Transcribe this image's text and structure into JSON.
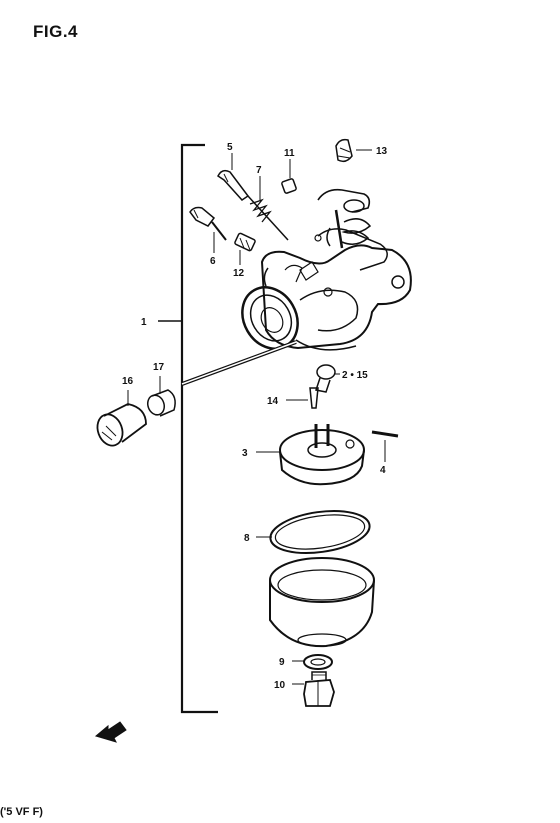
{
  "figure": {
    "title": "FIG.4"
  },
  "footer": {
    "text": "('5 VF F)"
  },
  "callouts": {
    "p1": "1",
    "p2_15": "2 • 15",
    "p3": "3",
    "p4": "4",
    "p5": "5",
    "p6": "6",
    "p7": "7",
    "p8": "8",
    "p9": "9",
    "p10": "10",
    "p11": "11",
    "p12": "12",
    "p13": "13",
    "p14": "14",
    "p16": "16",
    "p17": "17"
  },
  "icons": {
    "direction": "front-arrow-icon"
  }
}
